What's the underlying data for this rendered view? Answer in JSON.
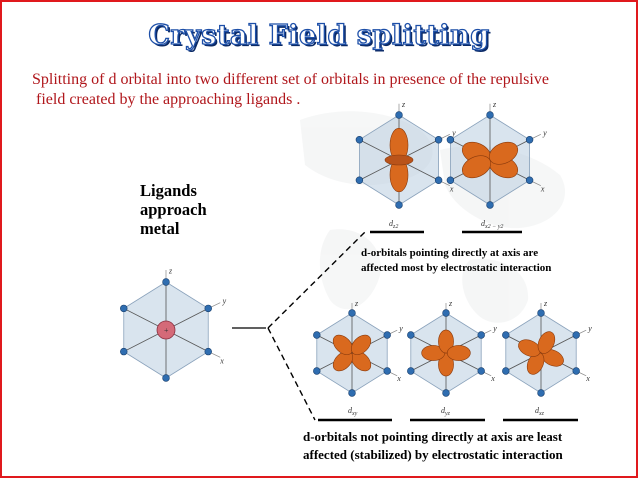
{
  "slide": {
    "title": "Crystal Field splitting",
    "intro_line1": "Splitting of d orbital into two different set of orbitals in presence of the repulsive",
    "intro_line2": "field  created by the approaching ligands .",
    "ligand_label_line1": "Ligands",
    "ligand_label_line2": "approach",
    "ligand_label_line3": "metal",
    "upper_note_line1": "d-orbitals pointing directly at axis are",
    "upper_note_line2": "affected most by electrostatic interaction",
    "lower_note_line1": "d-orbitals not pointing directly at axis are least",
    "lower_note_line2": "affected (stabilized) by electrostatic interaction"
  },
  "orbitals": {
    "upper": [
      {
        "name": "dz2",
        "base": "d",
        "sub": "z2"
      },
      {
        "name": "dx2-y2",
        "base": "d",
        "sub": "x2 − y2"
      }
    ],
    "lower": [
      {
        "name": "dxy",
        "base": "d",
        "sub": "xy"
      },
      {
        "name": "dyz",
        "base": "d",
        "sub": "yz"
      },
      {
        "name": "dxz",
        "base": "d",
        "sub": "xz"
      }
    ]
  },
  "axes": {
    "x": "x",
    "y": "y",
    "z": "z"
  },
  "colors": {
    "frame": "#e0191d",
    "title_outline": "#1d4fa8",
    "intro_text": "#b0161b",
    "lobe": "#d9691e",
    "octahedron": "#b9cde0",
    "ligand_ball": "#2f6db0",
    "metal": "#d46a78"
  }
}
